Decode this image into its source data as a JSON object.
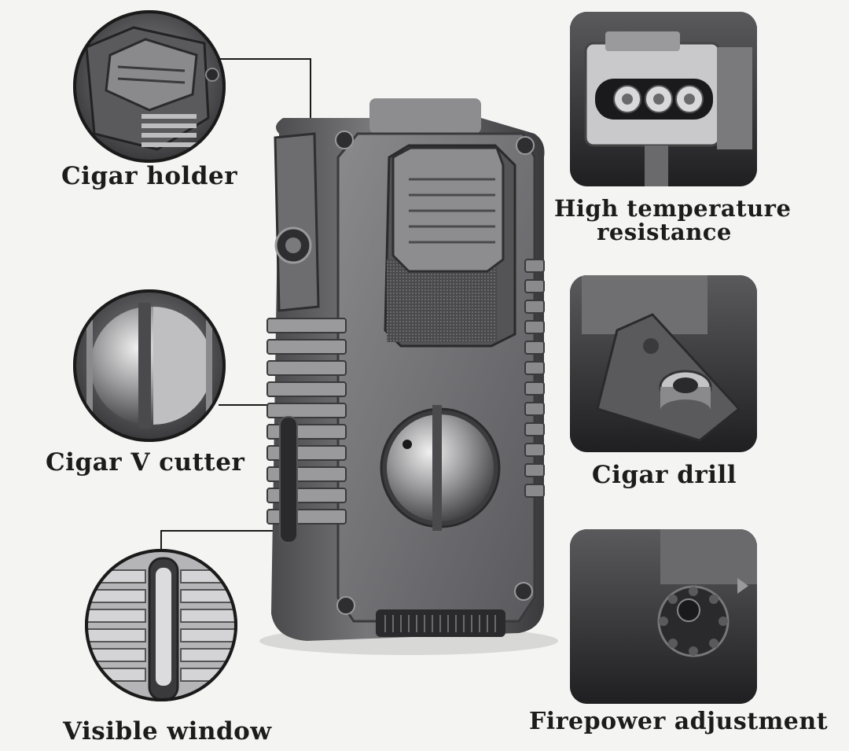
{
  "features": {
    "cigar_holder": {
      "label": "Cigar holder",
      "icon": "cigar-holder-icon"
    },
    "v_cutter": {
      "label": "Cigar V cutter",
      "icon": "v-cutter-icon"
    },
    "visible_window": {
      "label": "Visible window",
      "icon": "visible-window-icon"
    },
    "high_temp": {
      "label_line1": "High temperature",
      "label_line2": "resistance",
      "icon": "torch-nozzle-icon"
    },
    "cigar_drill": {
      "label": "Cigar drill",
      "icon": "cigar-drill-icon"
    },
    "firepower": {
      "label": "Firepower adjustment",
      "icon": "firepower-dial-icon"
    }
  },
  "colors": {
    "background": "#f4f4f2",
    "metal_dark": "#3f3f42",
    "metal_mid": "#6b6b6e",
    "metal_light": "#a9a9ab",
    "leader_line": "#1a1a1a",
    "text": "#1c1c1c"
  }
}
